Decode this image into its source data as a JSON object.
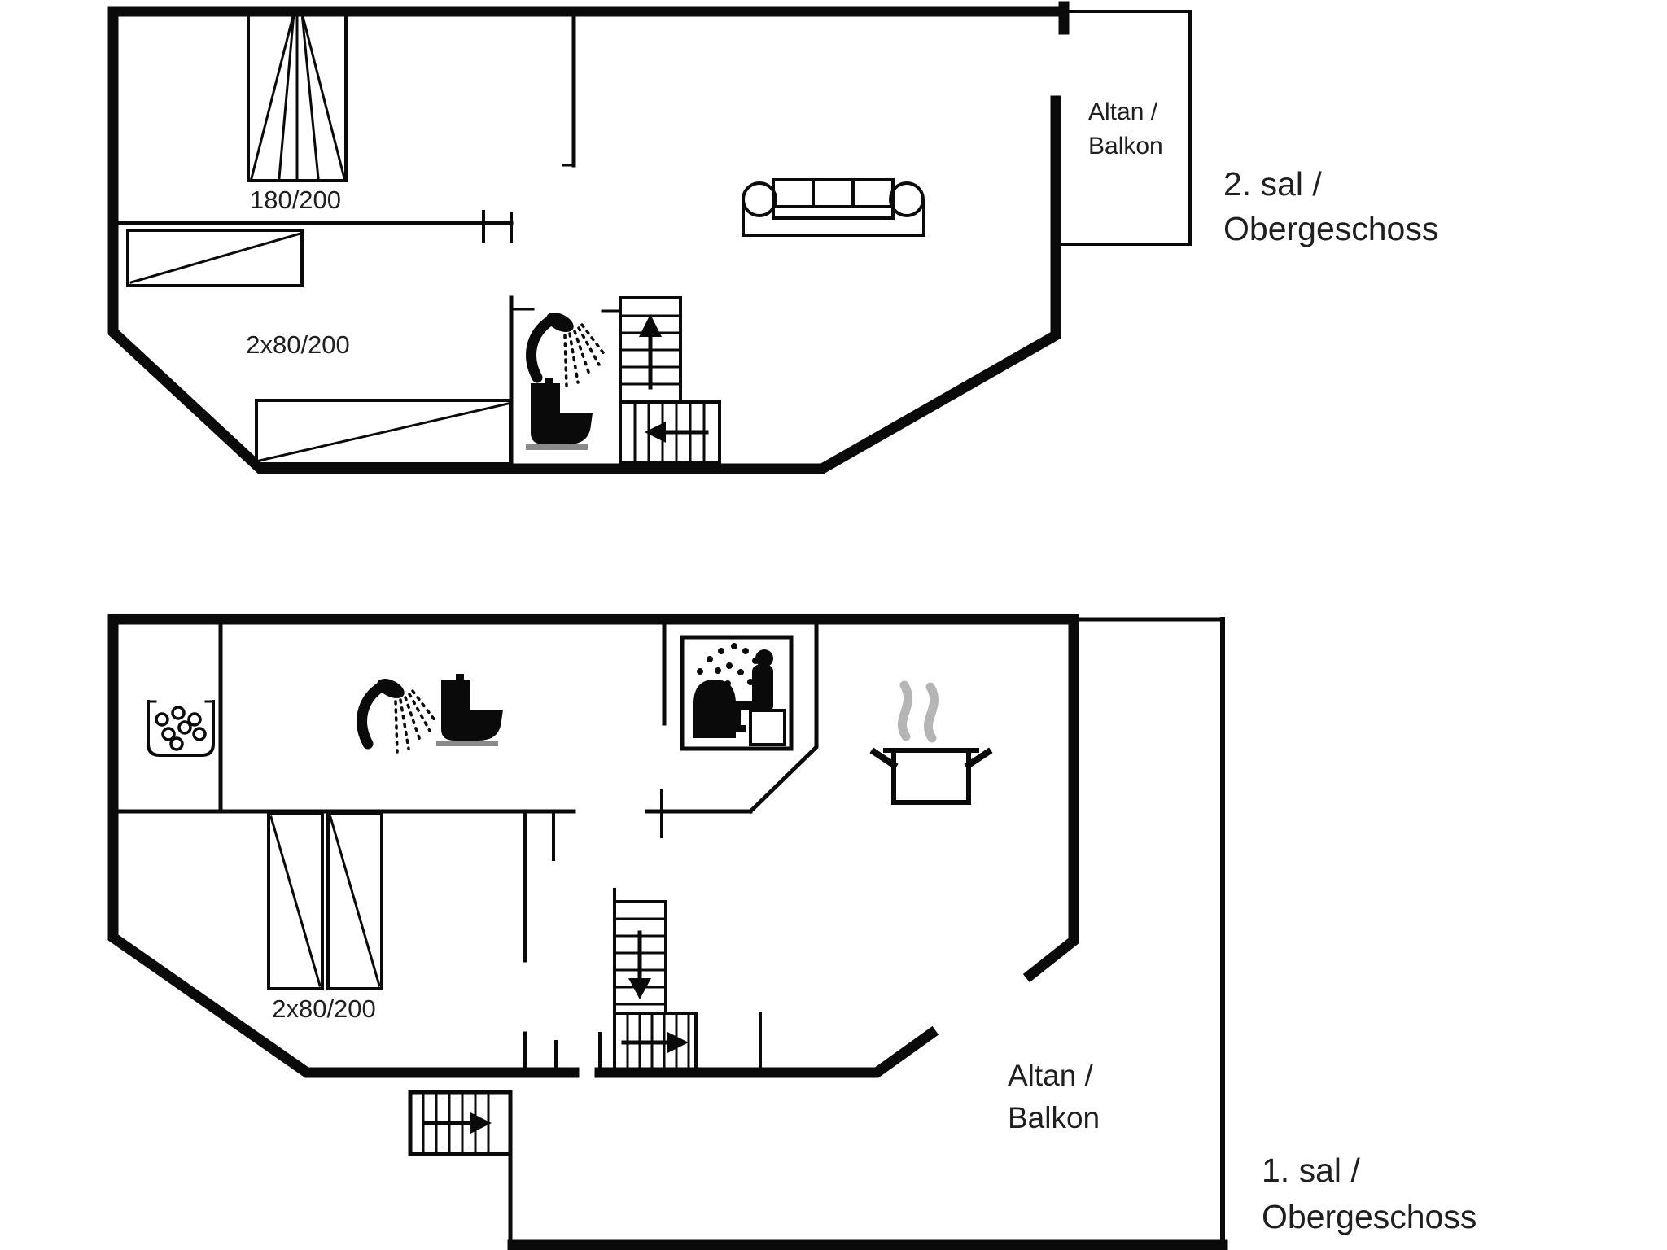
{
  "colors": {
    "ink": "#0a0a0a",
    "background": "#ffffff",
    "steam": "#b5b5b5"
  },
  "floors": {
    "upper": {
      "name_line1": "2. sal /",
      "name_line2": "Obergeschoss",
      "balcony_line1": "Altan /",
      "balcony_line2": "Balkon",
      "double_bed_label": "180/200",
      "twin_bed_label": "2x80/200"
    },
    "lower": {
      "name_line1": "1. sal /",
      "name_line2": "Obergeschoss",
      "balcony_line1": "Altan /",
      "balcony_line2": "Balkon",
      "twin_bed_label": "2x80/200"
    }
  },
  "icons": {
    "upper": [
      "double-bed-icon",
      "bed-icon",
      "bed-icon",
      "sofa-icon",
      "shower-icon",
      "toilet-icon",
      "staircase-up-icon",
      "balcony-outline"
    ],
    "lower": [
      "washing-basin-icon",
      "shower-icon",
      "toilet-icon",
      "sauna-icon",
      "cooking-pot-icon",
      "staircase-down-icon",
      "bed-icon",
      "bed-icon",
      "entry-stairs-icon",
      "balcony-outline"
    ]
  }
}
